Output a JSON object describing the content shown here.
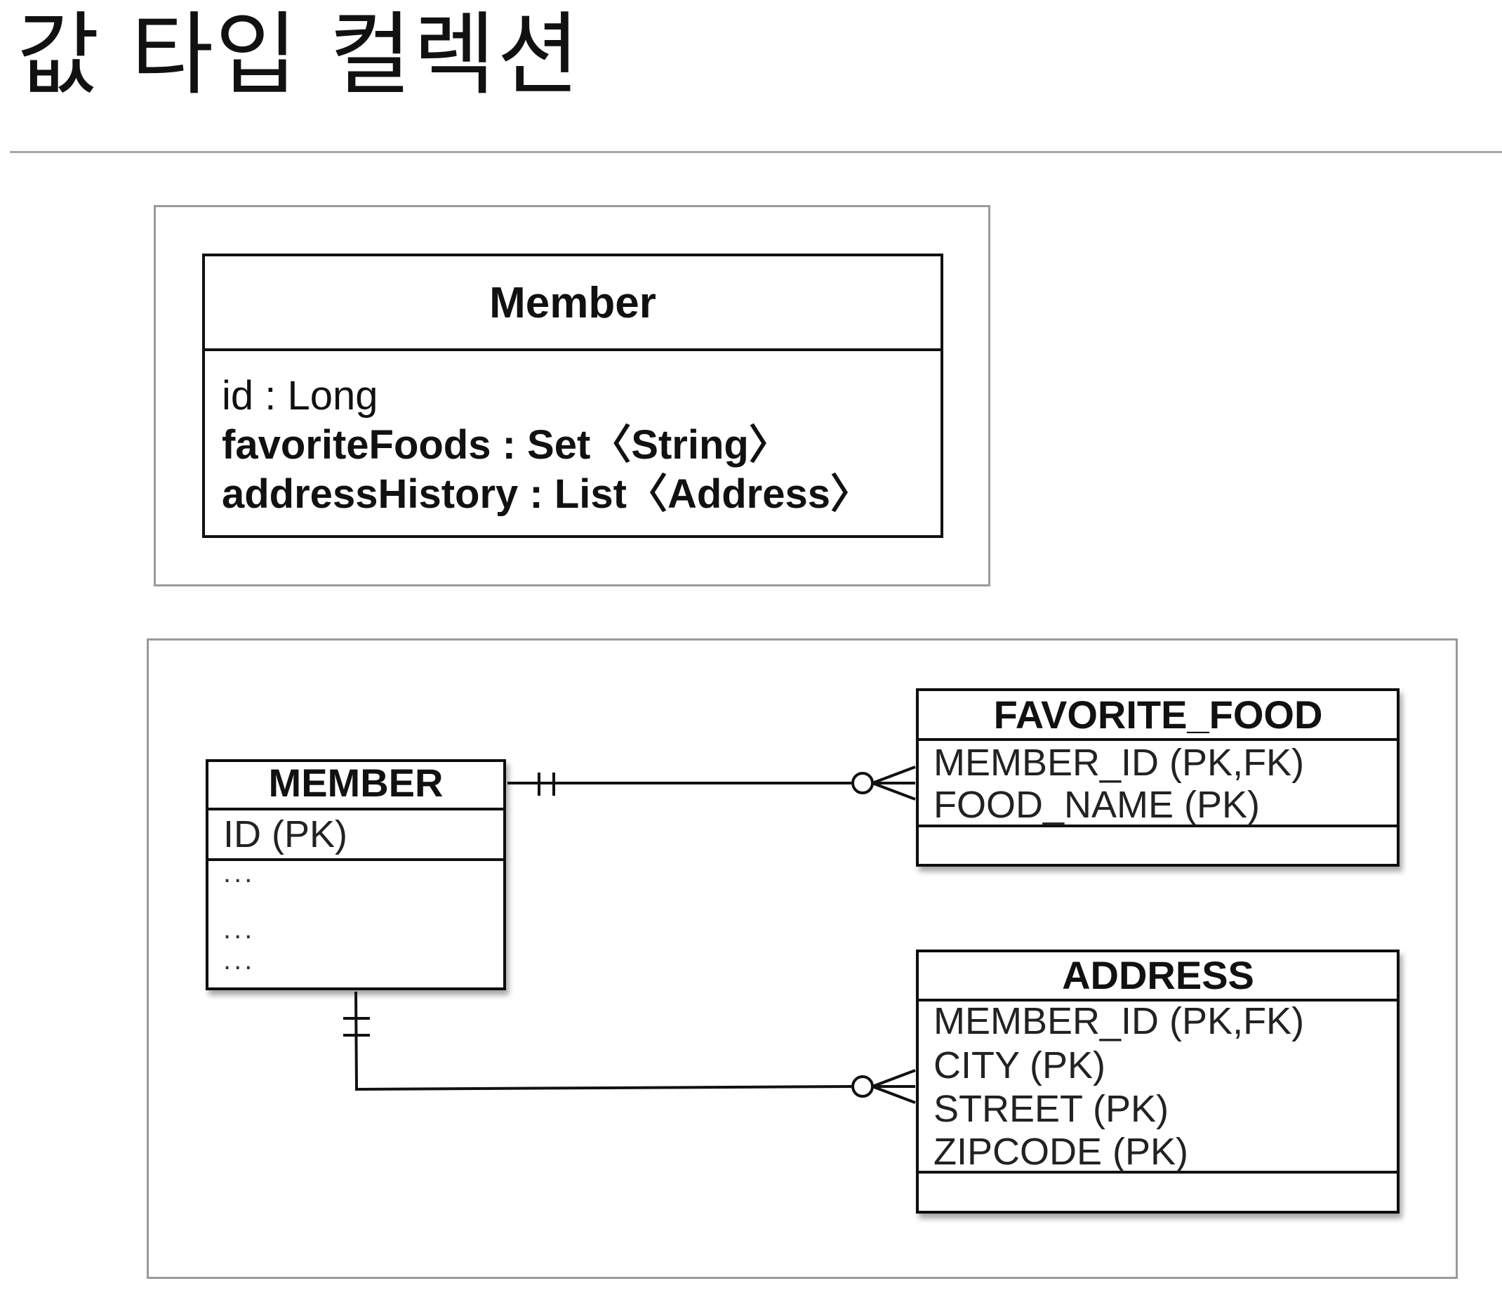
{
  "page": {
    "title": "값 타입 컬렉션"
  },
  "uml": {
    "class_name": "Member",
    "attributes": [
      {
        "text": "id : Long",
        "bold": false
      },
      {
        "text": "favoriteFoods : Set〈String〉",
        "bold": true
      },
      {
        "text": "addressHistory : List〈Address〉",
        "bold": true
      }
    ]
  },
  "erd": {
    "member": {
      "title": "MEMBER",
      "key_fields": [
        "ID (PK)"
      ],
      "other_fields": [
        "...",
        "...",
        "..."
      ]
    },
    "favorite_food": {
      "title": "FAVORITE_FOOD",
      "key_fields": [
        "MEMBER_ID (PK,FK)",
        "FOOD_NAME (PK)"
      ]
    },
    "address": {
      "title": "ADDRESS",
      "key_fields": [
        "MEMBER_ID (PK,FK)",
        "CITY (PK)",
        "STREET (PK)",
        "ZIPCODE (PK)"
      ]
    },
    "relationships": [
      {
        "from": "MEMBER",
        "to": "FAVORITE_FOOD",
        "from_cardinality": "one-and-only-one",
        "to_cardinality": "zero-or-many"
      },
      {
        "from": "MEMBER",
        "to": "ADDRESS",
        "from_cardinality": "one-and-only-one",
        "to_cardinality": "zero-or-many"
      }
    ]
  }
}
